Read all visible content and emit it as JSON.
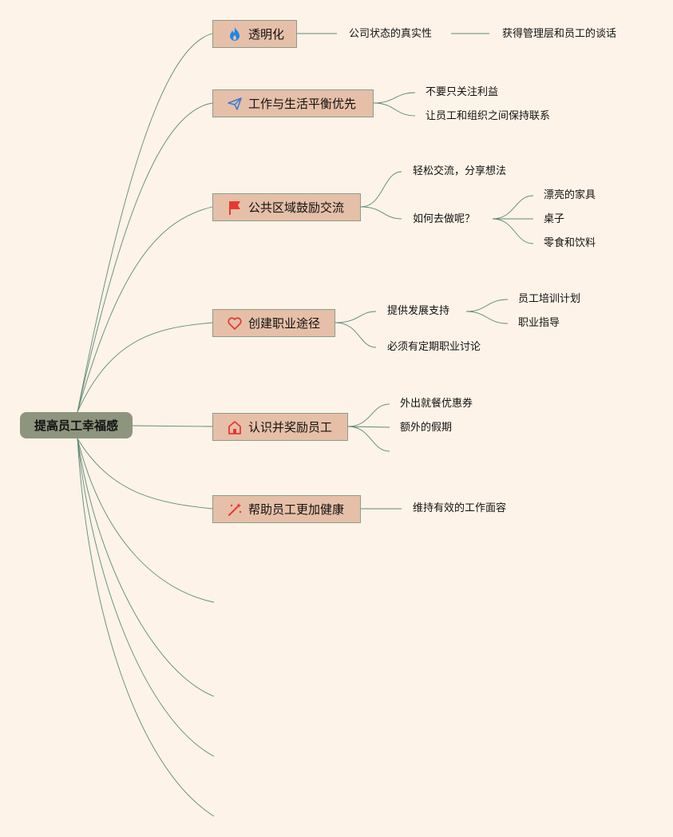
{
  "root": {
    "label": "提高员工幸福感"
  },
  "topics": [
    {
      "label": "透明化",
      "icon": "flame-icon",
      "children": [
        {
          "label": "公司状态的真实性",
          "children": [
            {
              "label": "获得管理层和员工的谈话"
            }
          ]
        }
      ]
    },
    {
      "label": "工作与生活平衡优先",
      "icon": "paper-plane-icon",
      "children": [
        {
          "label": "不要只关注利益"
        },
        {
          "label": "让员工和组织之间保持联系"
        }
      ]
    },
    {
      "label": "公共区域鼓励交流",
      "icon": "flag-icon",
      "children": [
        {
          "label": "轻松交流，分享想法"
        },
        {
          "label": "如何去做呢？",
          "children": [
            {
              "label": "漂亮的家具"
            },
            {
              "label": "桌子"
            },
            {
              "label": "零食和饮料"
            }
          ]
        }
      ]
    },
    {
      "label": "创建职业途径",
      "icon": "heart-icon",
      "children": [
        {
          "label": "提供发展支持",
          "children": [
            {
              "label": "员工培训计划"
            },
            {
              "label": "职业指导"
            }
          ]
        },
        {
          "label": "必须有定期职业讨论"
        }
      ]
    },
    {
      "label": "认识并奖励员工",
      "icon": "house-icon",
      "children": [
        {
          "label": "外出就餐优惠券"
        },
        {
          "label": "额外的假期"
        }
      ]
    },
    {
      "label": "帮助员工更加健康",
      "icon": "magic-wand-icon",
      "children": [
        {
          "label": "维持有效的工作面容"
        }
      ]
    }
  ],
  "colors": {
    "background": "#fdf3e8",
    "root_fill": "#8e957e",
    "topic_fill": "#e6bfa8",
    "connector": "#5f8a78"
  }
}
